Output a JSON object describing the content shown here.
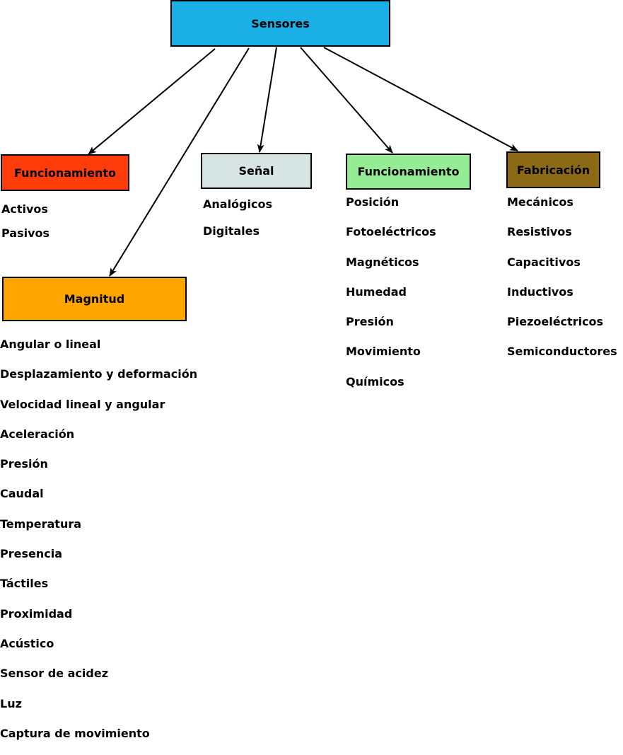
{
  "root": {
    "label": "Sensores",
    "color": "#1ab0e6"
  },
  "groups": {
    "funcionamiento_1": {
      "label": "Funcionamiento",
      "color": "#ff3c0a",
      "items": [
        "Activos",
        "Pasivos"
      ]
    },
    "senal": {
      "label": "Señal",
      "color": "#d6e4e4",
      "items": [
        "Analógicos",
        "Digitales"
      ]
    },
    "funcionamiento_2": {
      "label": "Funcionamiento",
      "color": "#94ec94",
      "items": [
        "Posición",
        "Fotoeléctricos",
        "Magnéticos",
        "Humedad",
        "Presión",
        "Movimiento",
        "Químicos"
      ]
    },
    "fabricacion": {
      "label": "Fabricación",
      "color": "#8c6914",
      "items": [
        "Mecánicos",
        "Resistivos",
        "Capacitivos",
        "Inductivos",
        "Piezoeléctricos",
        "Semiconductores"
      ]
    },
    "magnitud": {
      "label": "Magnitud",
      "color": "#ffa500",
      "items": [
        "Angular o lineal",
        "Desplazamiento y deformación",
        "Velocidad lineal y angular",
        "Aceleración",
        "Presión",
        "Caudal",
        "Temperatura",
        "Presencia",
        "Táctiles",
        "Proximidad",
        "Acústico",
        "Sensor de acidez",
        "Luz",
        "Captura de movimiento"
      ]
    }
  },
  "edges": [
    {
      "from": "root",
      "to": "funcionamiento_1"
    },
    {
      "from": "root",
      "to": "magnitud"
    },
    {
      "from": "root",
      "to": "senal"
    },
    {
      "from": "root",
      "to": "funcionamiento_2"
    },
    {
      "from": "root",
      "to": "fabricacion"
    }
  ]
}
